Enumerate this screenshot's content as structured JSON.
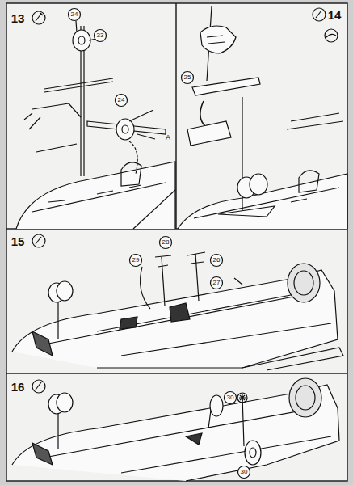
{
  "diagram": {
    "labels": [
      "13",
      "24",
      "33",
      "24",
      "A",
      "14",
      "25",
      "15",
      "28",
      "29",
      "26",
      "27",
      "16",
      "30",
      "30"
    ]
  }
}
